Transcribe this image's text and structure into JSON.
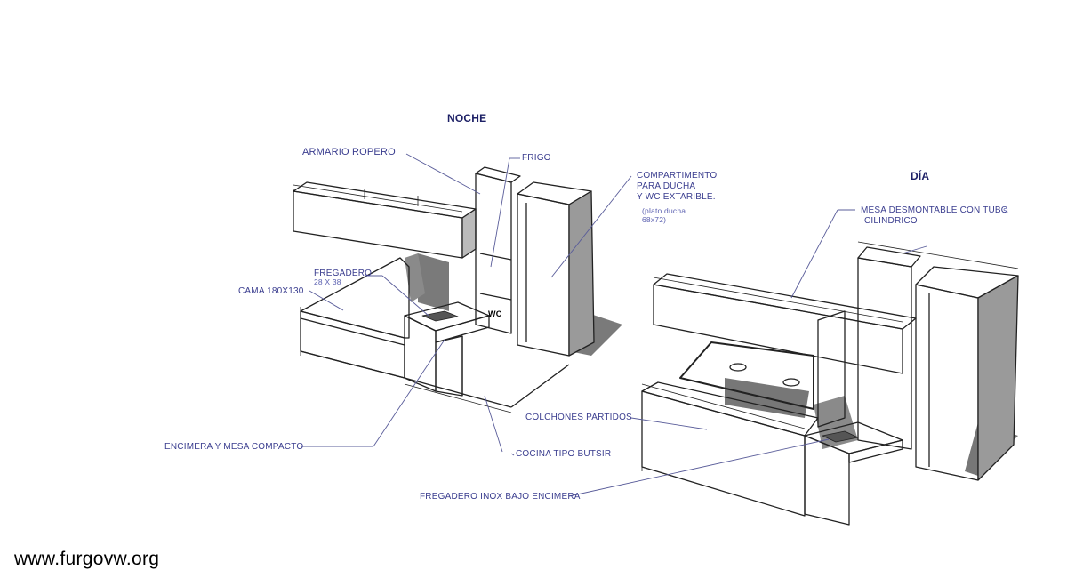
{
  "title_noche": "NOCHE",
  "title_dia": "DÍA",
  "labels": {
    "armario": "ARMARIO ROPERO",
    "frigo": "FRIGO",
    "compartimento": [
      "COMPARTIMENTO",
      "PARA DUCHA",
      "Y WC EXTARIBLE."
    ],
    "plato": [
      "(plato ducha",
      "68x72)"
    ],
    "fregadero": "FREGADERO",
    "fregadero_dim": "28 X 38",
    "cama": "CAMA 180X130",
    "wc": "WC",
    "encimera": "ENCIMERA Y MESA COMPACTO",
    "cocina": "COCINA TIPO BUTSIR",
    "colchones": "COLCHONES PARTIDOS",
    "fregadero_inox": "FREGADERO INOX BAJO ENCIMERA",
    "mesa": [
      "MESA DESMONTABLE CON TUBO",
      "CILINDRICO"
    ],
    "mesa_s": "S"
  },
  "watermark": "www.furgovw.org",
  "colors": {
    "label": "#3a3d8f",
    "line": "#222222",
    "shadow": "#6d6d6d"
  }
}
